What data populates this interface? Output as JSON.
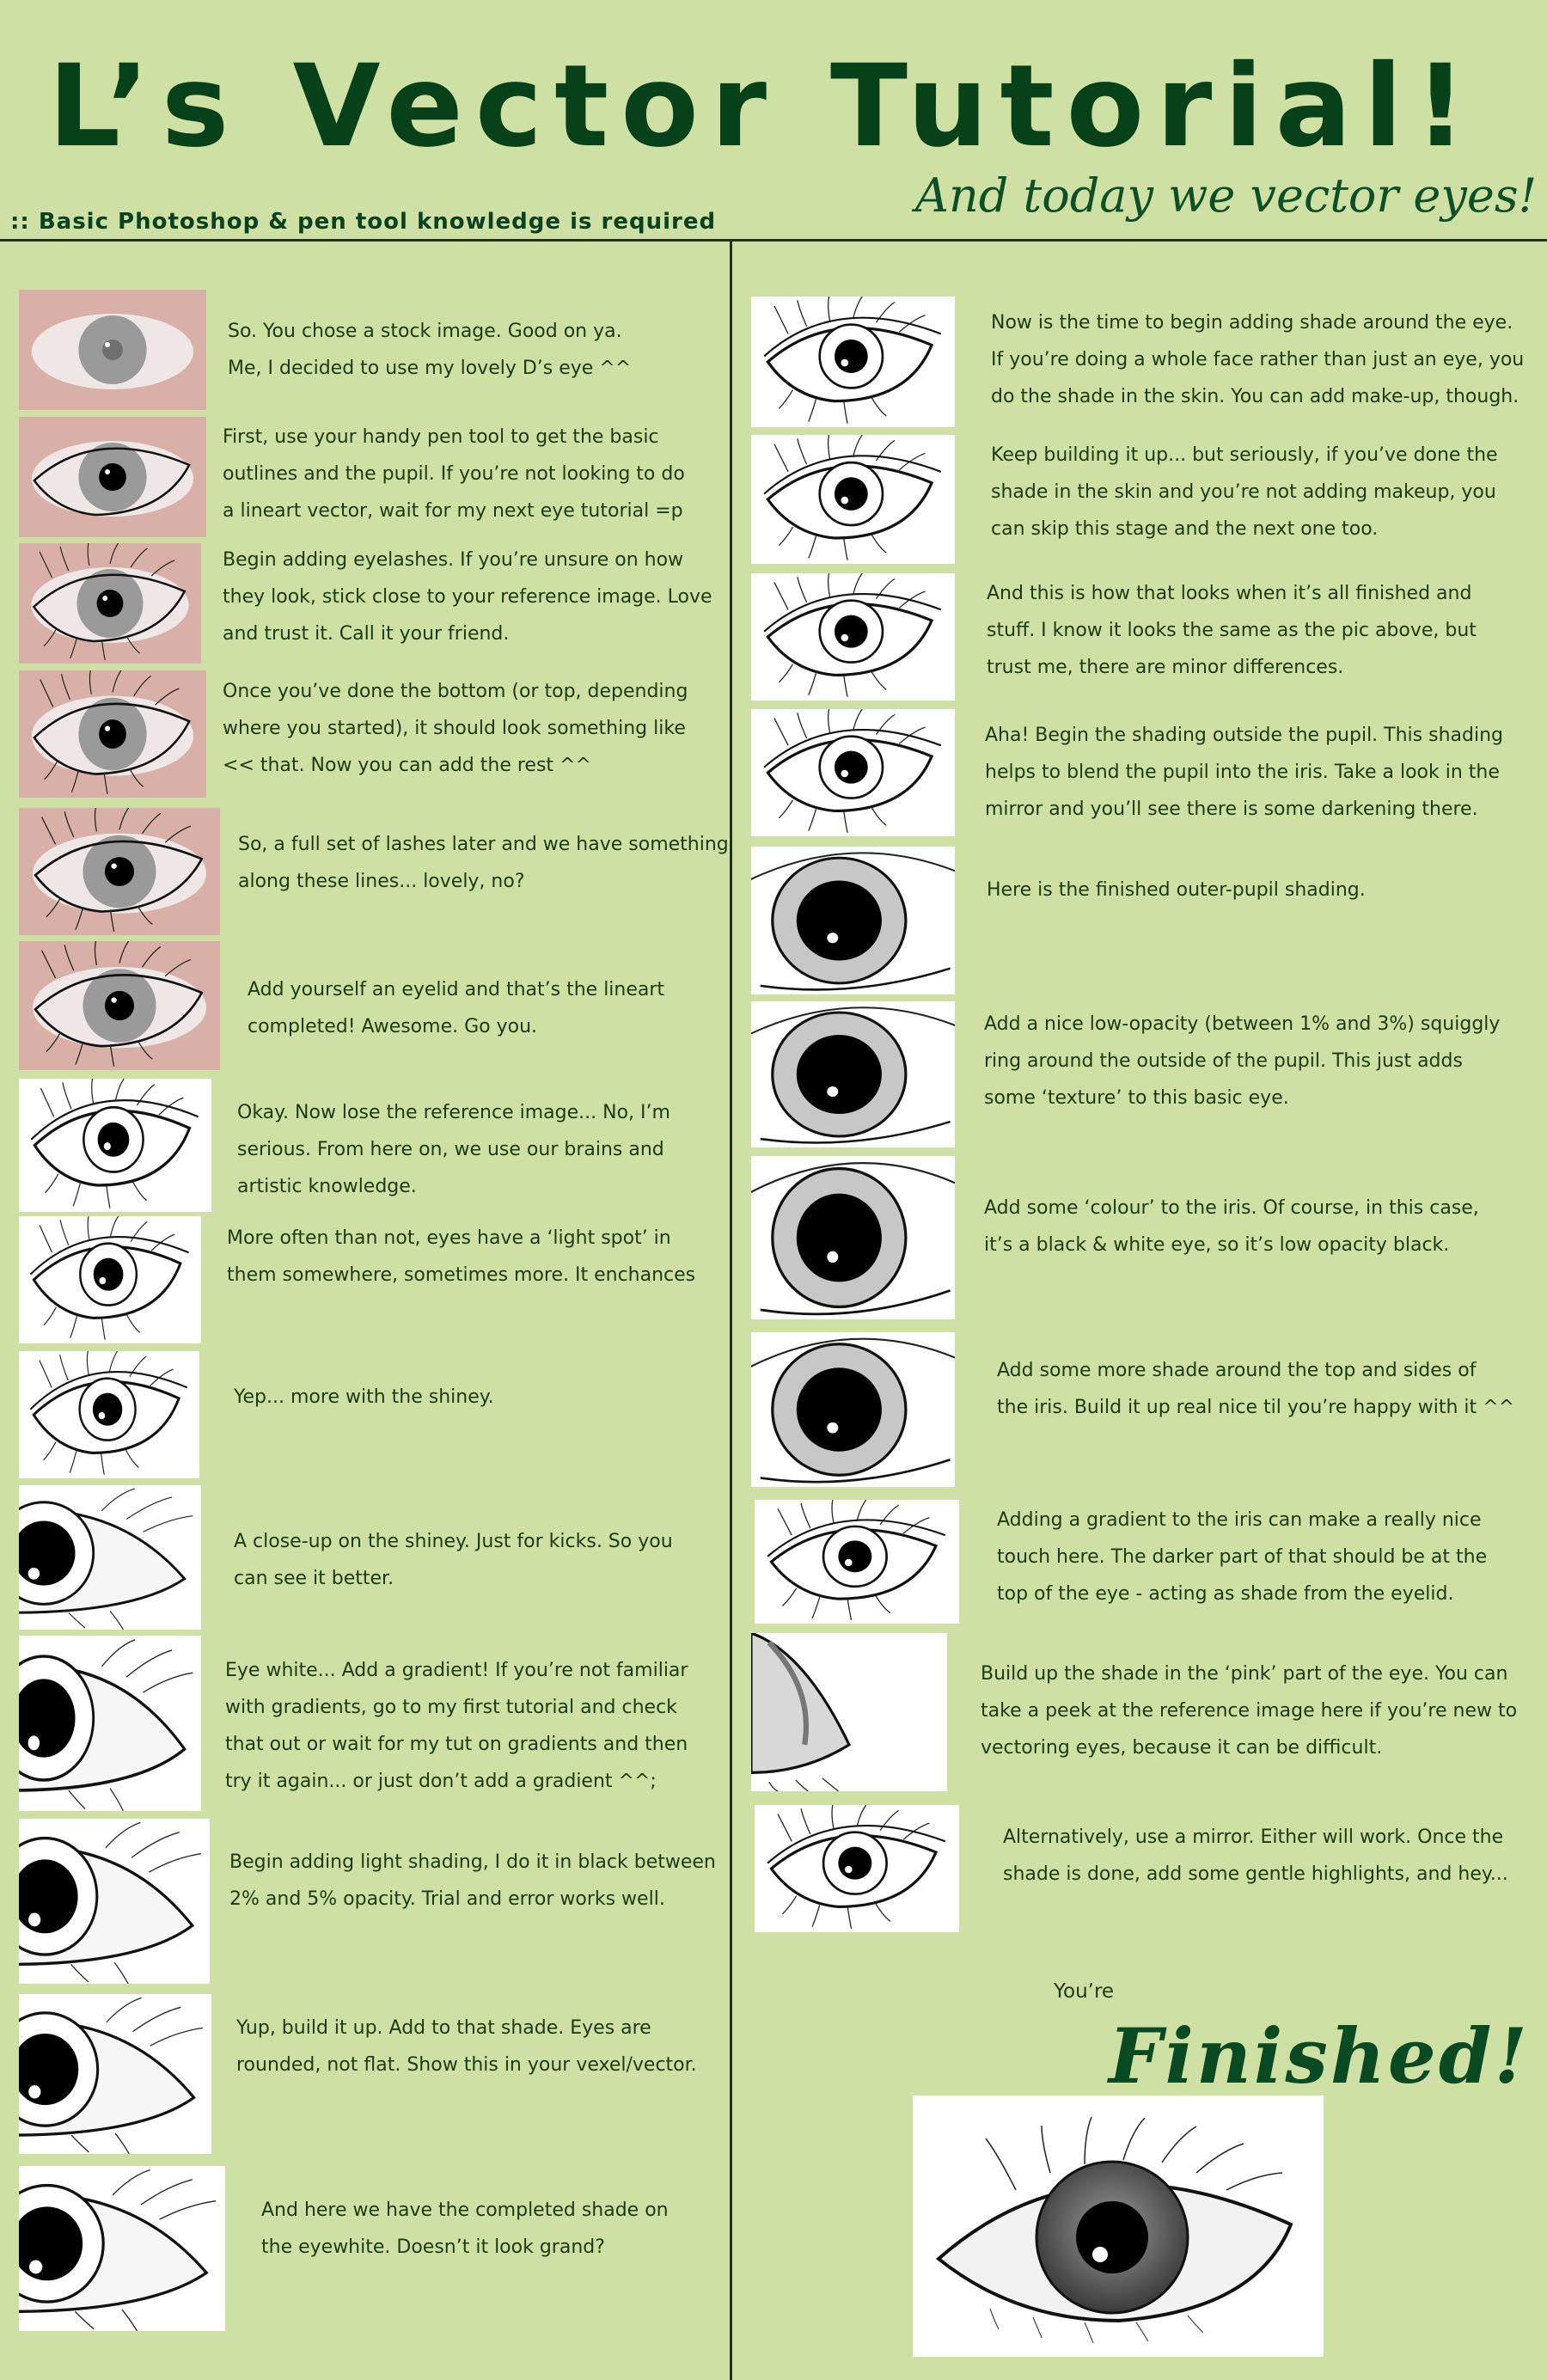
{
  "header": {
    "title": "L’s Vector Tutorial!",
    "subtitle": "And today we vector eyes!",
    "requirement": ":: Basic Photoshop & pen tool knowledge is required"
  },
  "left_steps": [
    {
      "text": "So. You chose a stock image. Good on ya.\nMe, I decided to use my lovely D’s eye ^^",
      "icon": "eye-photo-icon"
    },
    {
      "text": "First, use your handy pen tool to get the basic\noutlines and the pupil. If you’re not looking to do\na lineart vector, wait for my next eye tutorial =p",
      "icon": "eye-outline-photo-icon"
    },
    {
      "text": "Begin adding eyelashes. If you’re unsure on how\nthey look, stick close to your reference image. Love\nand trust it. Call it your friend.",
      "icon": "eye-lashes-photo-icon"
    },
    {
      "text": "Once you’ve done the bottom (or top, depending\nwhere you started), it should look something like\n<< that. Now you can add the rest ^^",
      "icon": "eye-lashes-photo-icon"
    },
    {
      "text": "So, a full set of lashes later and we have something\nalong these lines... lovely, no?",
      "icon": "eye-lashes-photo-icon"
    },
    {
      "text": "Add yourself an eyelid and that’s the lineart\ncompleted! Awesome. Go you.",
      "icon": "eye-lineart-photo-icon"
    },
    {
      "text": "Okay. Now lose the reference image... No, I’m\nserious. From here on, we use our brains and\nartistic knowledge.",
      "icon": "eye-lineart-icon"
    },
    {
      "text": "More often than not, eyes have a ‘light spot’ in\nthem somewhere, sometimes more. It enchances",
      "icon": "eye-lineart-icon"
    },
    {
      "text": "Yep... more with the shiney.",
      "icon": "eye-lineart-icon"
    },
    {
      "text": "A close-up on the shiney. Just for kicks. So you\ncan see it better.",
      "icon": "eye-closeup-icon"
    },
    {
      "text": "Eye white... Add a gradient! If you’re not familiar\nwith gradients, go to my first tutorial and check\nthat out or wait for my tut on gradients and then\ntry it again... or just don’t add a gradient ^^;",
      "icon": "eye-closeup-icon"
    },
    {
      "text": "Begin adding light shading, I do it in black between\n2% and 5% opacity. Trial and error works well.",
      "icon": "eye-closeup-icon"
    },
    {
      "text": "Yup, build it up. Add to that shade. Eyes are\nrounded, not flat. Show this in your vexel/vector.",
      "icon": "eye-closeup-icon"
    },
    {
      "text": "And here we have the completed shade on\nthe eyewhite. Doesn’t it look grand?",
      "icon": "eye-closeup-icon"
    }
  ],
  "right_steps": [
    {
      "text": "Now is the time to begin adding shade around the eye.\nIf you’re doing a whole face rather than just an eye, you\ndo the shade in the skin. You can add make-up, though.",
      "icon": "eye-vector-icon"
    },
    {
      "text": "Keep building it up... but seriously, if you’ve done the\nshade in the skin and you’re not adding makeup, you\ncan skip this stage and the next one too.",
      "icon": "eye-vector-icon"
    },
    {
      "text": "And this is how that looks when it’s all finished and\nstuff. I know it looks the same as the pic above, but\ntrust me, there are minor differences.",
      "icon": "eye-vector-icon"
    },
    {
      "text": "Aha! Begin the shading outside the pupil. This shading\nhelps to blend the pupil into the iris. Take a look in the\nmirror and you’ll see there is some darkening there.",
      "icon": "eye-vector-icon"
    },
    {
      "text": "Here is the finished outer-pupil shading.",
      "icon": "iris-closeup-icon"
    },
    {
      "text": "Add a nice low-opacity (between 1% and 3%) squiggly\nring around the outside of the pupil. This just adds\nsome ‘texture’ to this basic eye.",
      "icon": "iris-closeup-icon"
    },
    {
      "text": "Add some ‘colour’ to the iris. Of course, in this case,\nit’s a black & white eye, so it’s low opacity black.",
      "icon": "iris-closeup-icon"
    },
    {
      "text": "Add some more shade around the top and sides of\nthe iris. Build it up real nice til you’re happy with it ^^",
      "icon": "iris-closeup-icon"
    },
    {
      "text": "Adding a gradient to the iris can make a really nice\ntouch here. The darker part of that should be at the\ntop of the eye - acting as shade from the eyelid.",
      "icon": "eye-vector-icon"
    },
    {
      "text": "Build up the shade in the ‘pink’ part of the eye. You can\ntake a peek at the reference image here if you’re new to\nvectoring eyes, because it can be difficult.",
      "icon": "eye-corner-closeup-icon"
    },
    {
      "text": "Alternatively, use a mirror. Either will work. Once the\nshade is done, add some gentle highlights, and hey...",
      "icon": "eye-vector-icon"
    }
  ],
  "finale": {
    "youre": "You’re",
    "finished": "Finished!"
  },
  "colors": {
    "background": "#cfe0a4",
    "title": "#07411a",
    "divider": "#23301b"
  }
}
